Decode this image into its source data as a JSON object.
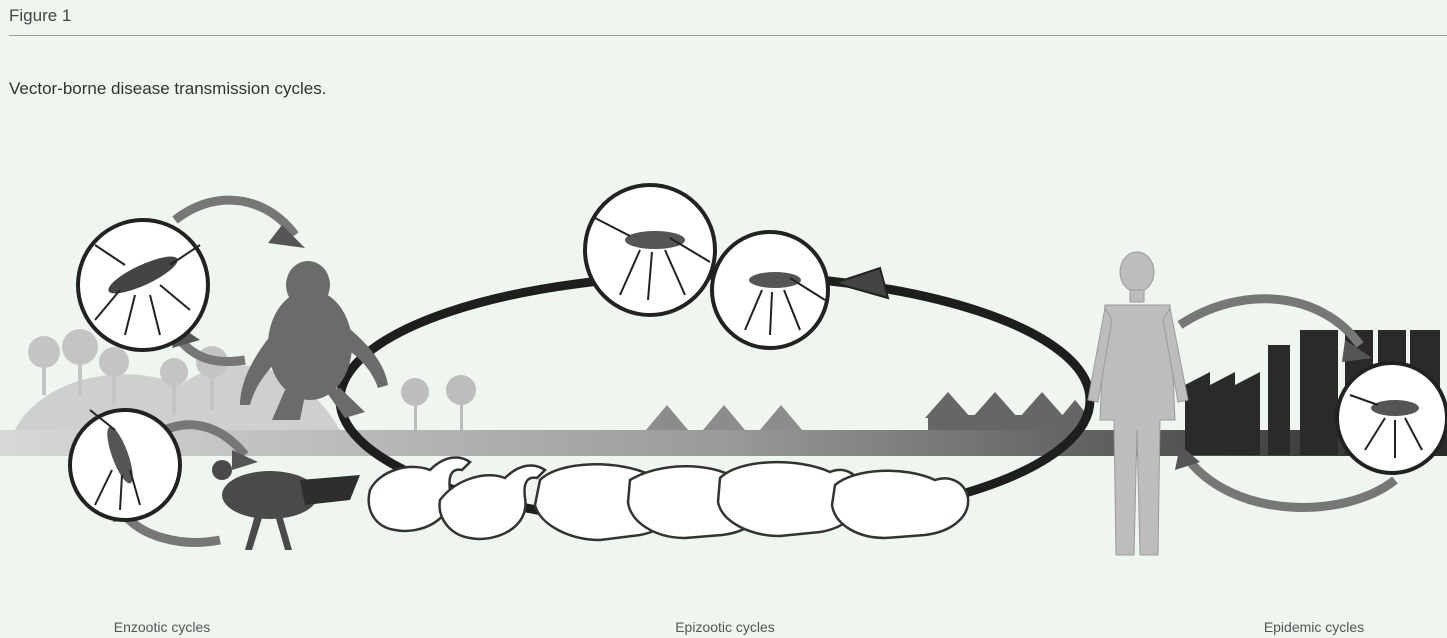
{
  "header": {
    "figure_label": "Figure 1",
    "caption": "Vector-borne disease transmission cycles."
  },
  "cycles": [
    {
      "label": "Enzootic cycles"
    },
    {
      "label": "Epizootic cycles"
    },
    {
      "label": "Epidemic cycles"
    }
  ],
  "colors": {
    "background": "#eef6ef",
    "dark": "#222222",
    "mid": "#777777",
    "light": "#c8c8c8"
  }
}
